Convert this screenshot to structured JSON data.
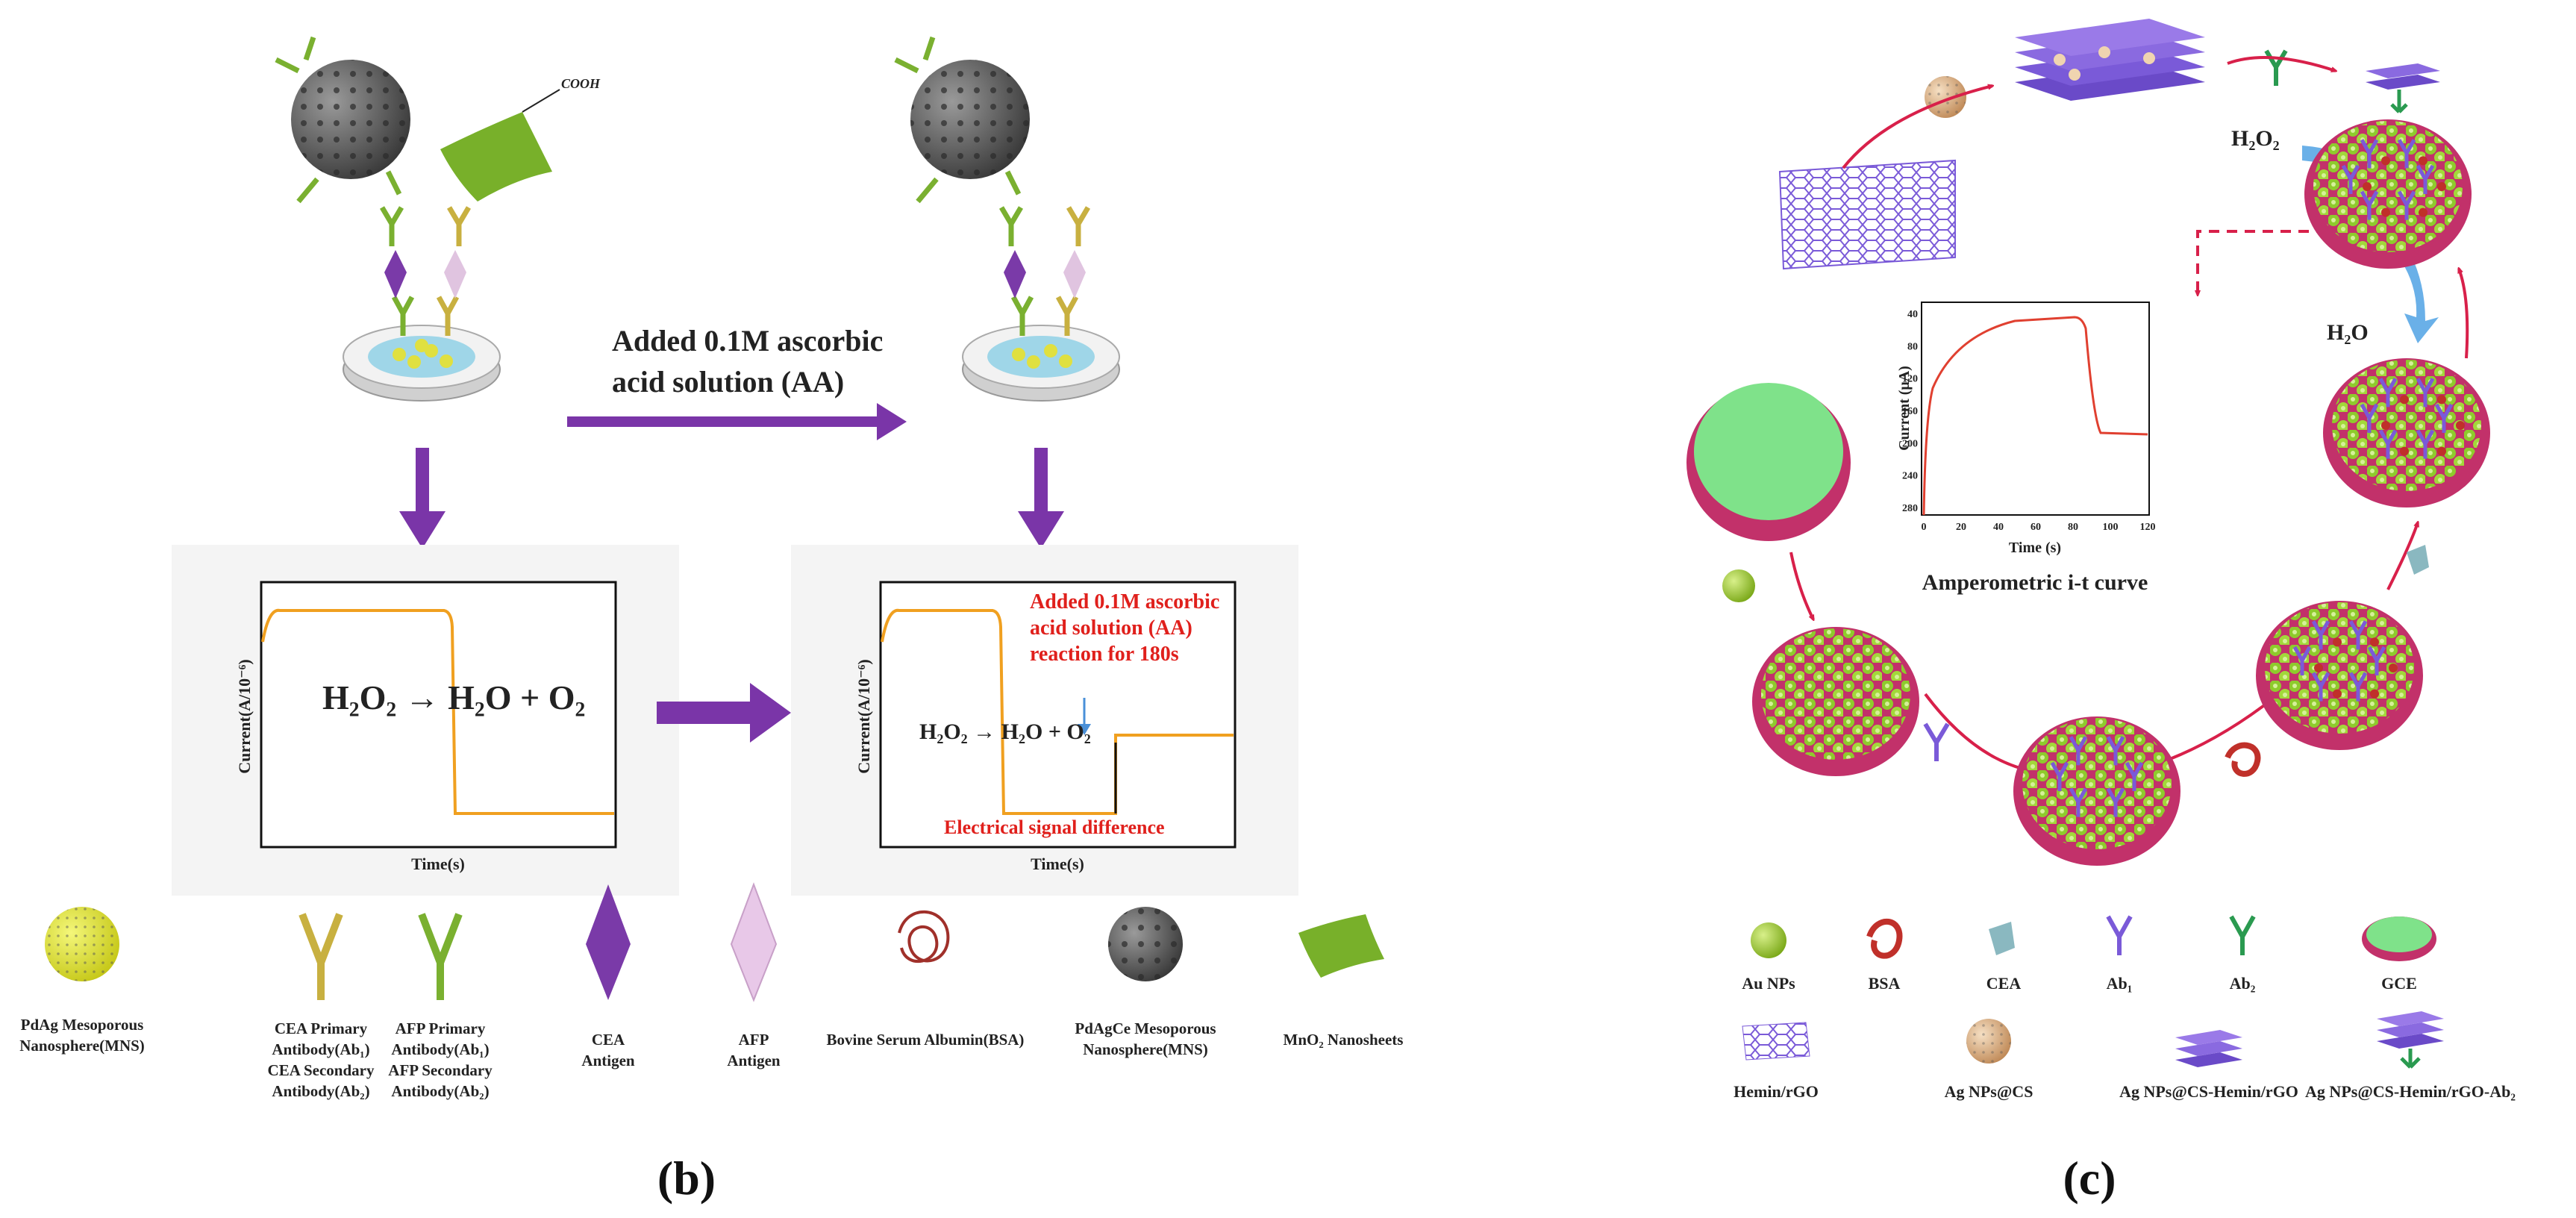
{
  "panel_b": {
    "caption": "(b)",
    "arrow_text_line1": "Added 0.1M  ascorbic",
    "arrow_text_line2": "acid solution (AA)",
    "plot1": {
      "ylabel": "Current(A/10⁻⁶)",
      "xlabel": "Time(s)",
      "equation": "H₂O₂ → H₂O + O₂"
    },
    "plot2": {
      "ylabel": "Current(A/10⁻⁶)",
      "xlabel": "Time(s)",
      "equation": "H₂O₂ → H₂O + O₂",
      "note_line1": "Added 0.1M  ascorbic",
      "note_line2": "acid solution (AA)",
      "note_line3": "reaction for 180s",
      "diff_label": "Electrical signal difference"
    },
    "cooh_label": "COOH",
    "legend": [
      {
        "lines": [
          "PdAg Mesoporous",
          "Nanosphere(MNS)"
        ]
      },
      {
        "lines": [
          "CEA Primary",
          "Antibody(Ab₁)",
          "CEA Secondary",
          "Antibody(Ab₂)"
        ]
      },
      {
        "lines": [
          "AFP Primary",
          "Antibody(Ab₁)",
          "AFP Secondary",
          "Antibody(Ab₂)"
        ]
      },
      {
        "lines": [
          "CEA",
          "Antigen"
        ]
      },
      {
        "lines": [
          "AFP",
          "Antigen"
        ]
      },
      {
        "lines": [
          "Bovine Serum Albumin(BSA)"
        ]
      },
      {
        "lines": [
          "PdAgCe Mesoporous",
          "Nanosphere(MNS)"
        ]
      },
      {
        "lines": [
          "MnO₂ Nanosheets"
        ]
      }
    ]
  },
  "panel_c": {
    "caption": "(c)",
    "h2o2": "H₂O₂",
    "h2o": "H₂O",
    "inset": {
      "title": "Amperometric i-t curve",
      "ylabel": "Current (μA)",
      "xlabel": "Time (s)",
      "xticks": [
        "0",
        "20",
        "40",
        "60",
        "80",
        "100",
        "120"
      ],
      "yticks": [
        "40",
        "80",
        "120",
        "160",
        "200",
        "240",
        "280"
      ]
    },
    "legend_row1": [
      "Au NPs",
      "BSA",
      "CEA",
      "Ab₁",
      "Ab₂",
      "GCE"
    ],
    "legend_row2": [
      "Hemin/rGO",
      "Ag NPs@CS",
      "Ag NPs@CS-Hemin/rGO",
      "Ag NPs@CS-Hemin/rGO-Ab₂"
    ]
  },
  "colors": {
    "purple_arrow": "#7a35a8",
    "red_arrow": "#d8204a",
    "orange_curve": "#f0a020",
    "red_text": "#e0201c",
    "electrode_rim": "#c2316a",
    "gce_green": "#7fe28a"
  }
}
